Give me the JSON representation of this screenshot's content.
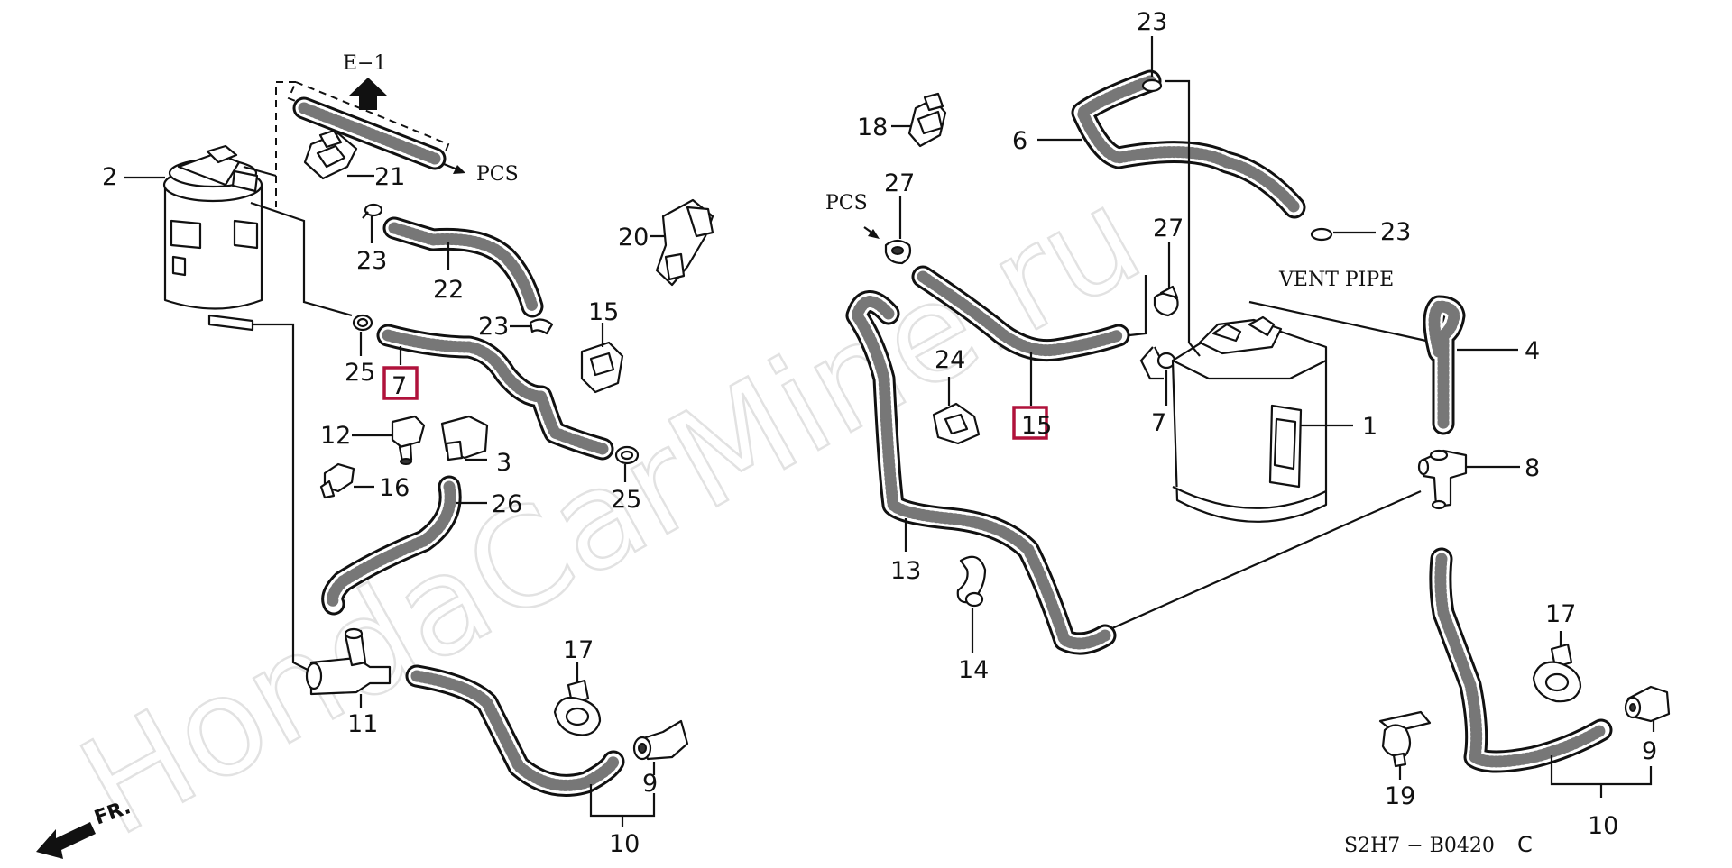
{
  "watermark": "HondaCarMine.ru",
  "labels": {
    "e1": "E−1",
    "pcs_left": "PCS",
    "pcs_right": "PCS",
    "vent_pipe": "VENT PIPE",
    "front": "FR.",
    "diagram_code": "S2H7 − B0420",
    "diagram_rev": "C"
  },
  "highlight_color": "#b0123b",
  "callouts": [
    {
      "id": "2",
      "text": "2"
    },
    {
      "id": "21",
      "text": "21"
    },
    {
      "id": "23a",
      "text": "23"
    },
    {
      "id": "22",
      "text": "22"
    },
    {
      "id": "23b",
      "text": "23"
    },
    {
      "id": "20",
      "text": "20"
    },
    {
      "id": "15a",
      "text": "15"
    },
    {
      "id": "25a",
      "text": "25"
    },
    {
      "id": "7a",
      "text": "7"
    },
    {
      "id": "25b",
      "text": "25"
    },
    {
      "id": "12",
      "text": "12"
    },
    {
      "id": "3",
      "text": "3"
    },
    {
      "id": "16",
      "text": "16"
    },
    {
      "id": "26",
      "text": "26"
    },
    {
      "id": "11",
      "text": "11"
    },
    {
      "id": "17a",
      "text": "17"
    },
    {
      "id": "9a",
      "text": "9"
    },
    {
      "id": "10a",
      "text": "10"
    },
    {
      "id": "18",
      "text": "18"
    },
    {
      "id": "27a",
      "text": "27"
    },
    {
      "id": "23c",
      "text": "23"
    },
    {
      "id": "6",
      "text": "6"
    },
    {
      "id": "23d",
      "text": "23"
    },
    {
      "id": "27b",
      "text": "27"
    },
    {
      "id": "15b",
      "text": "15"
    },
    {
      "id": "7b",
      "text": "7"
    },
    {
      "id": "24",
      "text": "24"
    },
    {
      "id": "4",
      "text": "4"
    },
    {
      "id": "1",
      "text": "1"
    },
    {
      "id": "8",
      "text": "8"
    },
    {
      "id": "13",
      "text": "13"
    },
    {
      "id": "14",
      "text": "14"
    },
    {
      "id": "17b",
      "text": "17"
    },
    {
      "id": "19",
      "text": "19"
    },
    {
      "id": "9b",
      "text": "9"
    },
    {
      "id": "10b",
      "text": "10"
    }
  ]
}
